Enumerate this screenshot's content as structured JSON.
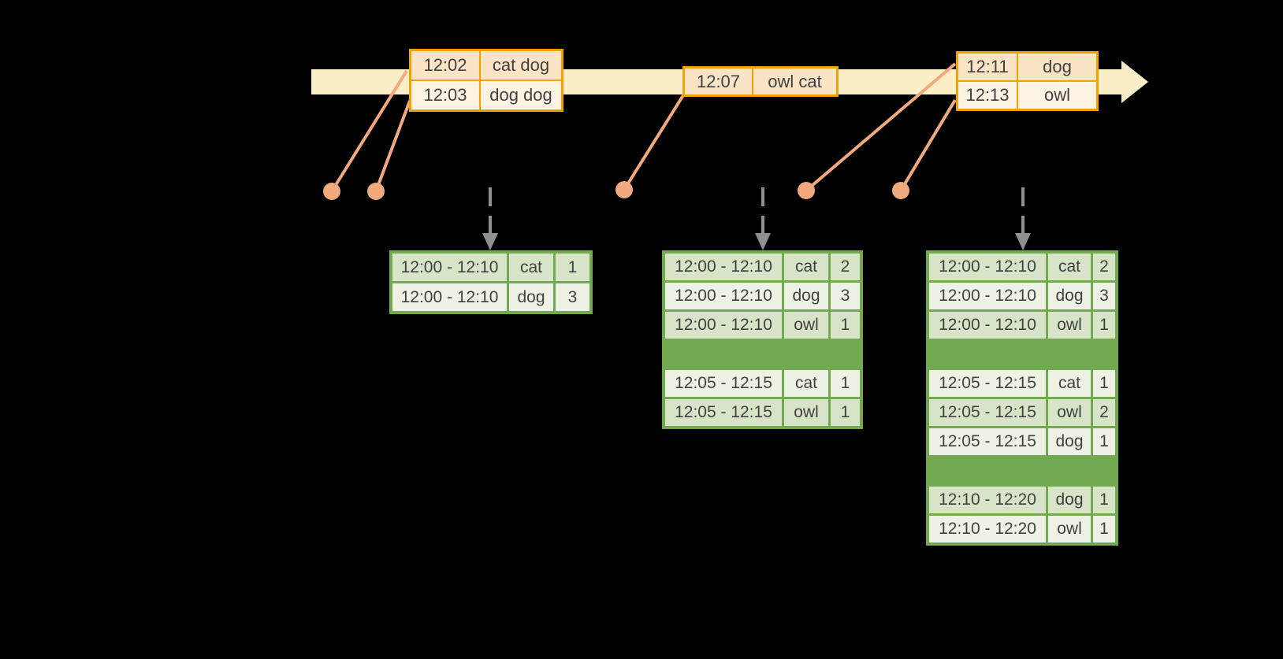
{
  "palette": {
    "background": "#000000",
    "timeline": "#fbeec6",
    "event_border": "#f0a202",
    "event_row_dark": "#fbe3c6",
    "event_row_light": "#fdf3e2",
    "connector": "#f1a97e",
    "result_border": "#73a950",
    "result_row_dark": "#d8e4c8",
    "result_row_light": "#edf2e5",
    "trigger_arrow": "#8f8f8f",
    "text": "#414141"
  },
  "icons": {
    "timeline_arrow": "right-arrow",
    "event_marker": "dot",
    "trigger_arrow": "dashed-down-arrow"
  },
  "event_tables": [
    {
      "rows": [
        {
          "time": "12:02",
          "words": "cat dog"
        },
        {
          "time": "12:03",
          "words": "dog dog"
        }
      ]
    },
    {
      "rows": [
        {
          "time": "12:07",
          "words": "owl cat"
        }
      ]
    },
    {
      "rows": [
        {
          "time": "12:11",
          "words": "dog"
        },
        {
          "time": "12:13",
          "words": "owl"
        }
      ]
    }
  ],
  "result_tables": [
    {
      "rows": [
        {
          "window": "12:00 - 12:10",
          "word": "cat",
          "count": "1"
        },
        {
          "window": "12:00 - 12:10",
          "word": "dog",
          "count": "3"
        }
      ]
    },
    {
      "rows": [
        {
          "window": "12:00 - 12:10",
          "word": "cat",
          "count": "2"
        },
        {
          "window": "12:00 - 12:10",
          "word": "dog",
          "count": "3"
        },
        {
          "window": "12:00 - 12:10",
          "word": "owl",
          "count": "1"
        },
        {
          "window": "12:05 - 12:15",
          "word": "cat",
          "count": "1"
        },
        {
          "window": "12:05 - 12:15",
          "word": "owl",
          "count": "1"
        }
      ]
    },
    {
      "rows": [
        {
          "window": "12:00 - 12:10",
          "word": "cat",
          "count": "2"
        },
        {
          "window": "12:00 - 12:10",
          "word": "dog",
          "count": "3"
        },
        {
          "window": "12:00 - 12:10",
          "word": "owl",
          "count": "1"
        },
        {
          "window": "12:05 - 12:15",
          "word": "cat",
          "count": "1"
        },
        {
          "window": "12:05 - 12:15",
          "word": "owl",
          "count": "2"
        },
        {
          "window": "12:05 - 12:15",
          "word": "dog",
          "count": "1"
        },
        {
          "window": "12:10 - 12:20",
          "word": "dog",
          "count": "1"
        },
        {
          "window": "12:10 - 12:20",
          "word": "owl",
          "count": "1"
        }
      ]
    }
  ]
}
